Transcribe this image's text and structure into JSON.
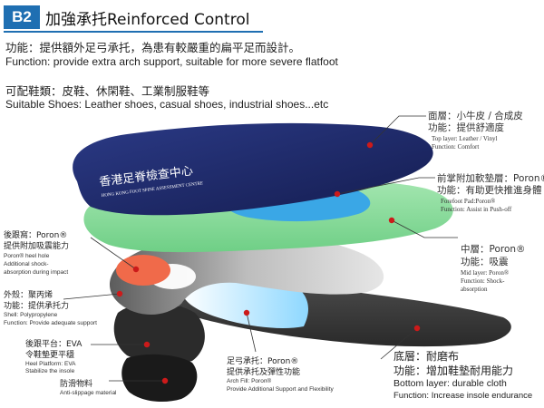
{
  "header": {
    "badge": "B2",
    "title": "加強承托Reinforced Control"
  },
  "intro": {
    "function_zh": "功能：提供額外足弓承托，為患有較嚴重的扁平足而設計。",
    "function_en": "Function: provide extra arch support, suitable for more severe flatfoot",
    "shoes_zh": "可配鞋類：皮鞋、休閑鞋、工業制服鞋等",
    "shoes_en": "Suitable Shoes: Leather shoes, casual shoes, industrial shoes...etc"
  },
  "insole": {
    "brand_zh": "香港足脊檢查中心",
    "brand_en": "HONG KONG FOOT SPINE ASSESSMENT CENTRE"
  },
  "labels": {
    "top_layer": {
      "zh1": "面層：小牛皮 / 合成皮",
      "zh2": "功能：提供舒適度",
      "en1": "Top layer: Leather / Vinyl",
      "en2": "Function: Comfort"
    },
    "forefoot": {
      "zh1": "前掌附加軟墊層：Poron®",
      "zh2": "功能：有助更快推進身體",
      "en1": "Forefoot Pad:Poron®",
      "en2": "Function: Assist in Push-off"
    },
    "mid_layer": {
      "zh1": "中層：Poron®",
      "zh2": "功能：吸震",
      "en1": "Mid layer: Poron®",
      "en2": "Function: Shock-",
      "en3": "absorption"
    },
    "heel_hole": {
      "zh1": "後跟窩：Poron®",
      "zh2": "提供附加吸震能力",
      "en1": "Poron® heel hole",
      "en2": "Additional shock-",
      "en3": "absorption during impact"
    },
    "shell": {
      "zh1": "外殼：聚丙烯",
      "zh2": "功能：提供承托力",
      "en1": "Shell: Polypropylene",
      "en2": "Function: Provide adequate support"
    },
    "heel_platform": {
      "zh1": "後跟平台：EVA",
      "zh2": "令鞋墊更平穩",
      "en1": "Heel Platform: EVA",
      "en2": "Stabilize the insole"
    },
    "anti_slip": {
      "zh1": "防滑物料",
      "en1": "Anti-slippage material"
    },
    "arch_fill": {
      "zh1": "足弓承托：Poron®",
      "zh2": "提供承托及彈性功能",
      "en1": "Arch Fill: Poron®",
      "en2": "Provide Additional Support and Flexibility"
    },
    "bottom_layer": {
      "zh1": "底層：耐磨布",
      "zh2": "功能：增加鞋墊耐用能力",
      "en1": "Bottom layer: durable cloth",
      "en2": "Function: Increase insole endurance"
    }
  },
  "colors": {
    "badge": "#1f6fb2",
    "top_layer": "#1e2a6b",
    "forefoot_pad": "#3aa7e6",
    "mid_layer": "#8fdba0",
    "heel_hole": "#f06a4a",
    "shell": "#9a9a9a",
    "arch_fill": "#a8e6ff",
    "bottom": "#3a3a3a",
    "dot": "#cc1a1a"
  }
}
